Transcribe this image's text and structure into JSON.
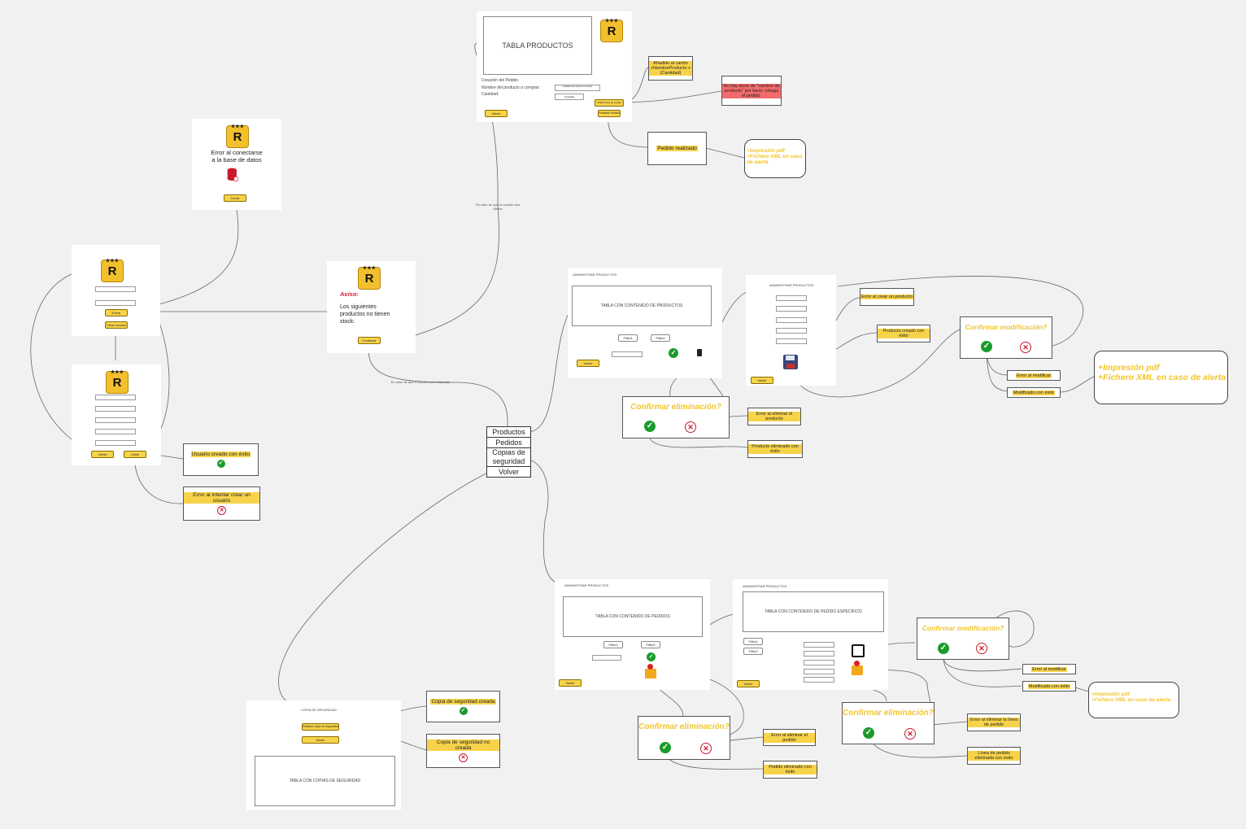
{
  "login": {
    "button_login": "Entrar",
    "button_register": "Crear usuario"
  },
  "db_error": {
    "line1": "Error al conectarse",
    "line2": "a la base de datos",
    "button": "Cerrar"
  },
  "register": {
    "button_back": "Volver",
    "button_create": "Crear",
    "success": "Usuario creado con éxito",
    "error": "Error al intentar crear un usuario"
  },
  "stock_warning": {
    "title": "Aviso:",
    "text": "Los siguientes productos no tienen stock:",
    "button": "Continuar"
  },
  "edges": {
    "client": "En caso de que el usuario sea cliente",
    "employee": "En caso de que el usuario sea empleado"
  },
  "order_screen": {
    "table": "TABLA PRODUCTOS",
    "heading": "Creación del Pedido",
    "product_label": "Nombre del producto a comprar:",
    "qty_label": "Cantidad:",
    "product_input": "Cantidad del producto a comprar",
    "qty_input": "Cantidad",
    "btn_back": "Volver",
    "btn_add": "Añadir línea de pedido",
    "btn_finish": "Finalizar Pedido",
    "added": "Añadido al carrito +NombreProducto + (Cantidad)",
    "no_stock": "No hay stock de \"nombre de producto\" por favor, rehaga el pedido.",
    "done": "Pedido realizado",
    "note": "+Impresión pdf\n+Fichero XML en caso de alerta"
  },
  "menu": {
    "items": [
      "Productos",
      "Pedidos",
      "Copias de seguridad",
      "Volver"
    ]
  },
  "admin_products": {
    "title": "ADMINISTRAR PRODUCTOS",
    "table": "TABLA CON CONTENIDO DE PRODUCTOS",
    "filter1": "Filtro1",
    "filter2": "Filtro2",
    "btn_back": "Volver",
    "confirm_delete": "Confirmar eliminación?",
    "delete_error": "Error al eliminar el producto",
    "delete_ok": "Producto eliminado con éxito"
  },
  "product_form": {
    "title": "ADMINISTRAR PRODUCTOS",
    "btn_back": "Volver",
    "create_error": "Error al crear un producto",
    "create_ok": "Producto creado con éxito",
    "confirm_modify": "Confirmar modificación?",
    "modify_error": "Error al modificar",
    "modify_ok": "Modificado con éxito",
    "note": "+Impresión pdf\n+Fichero XML en caso de alerta"
  },
  "admin_orders": {
    "title": "ADMINISTRAR PRODUCTOS",
    "table": "TABLA CON CONTENIDO DE PEDIDOS",
    "filter1": "Filtro1",
    "filter2": "Filtro2",
    "btn_back": "Volver",
    "confirm_delete": "Confirmar eliminación?",
    "delete_error": "Error al eliminar el pedido",
    "delete_ok": "Pedido eliminado con éxito"
  },
  "order_detail": {
    "title": "ADMINISTRAR PRODUCTOS",
    "table": "TABLA CON CONTENIDO DE PEDIDO ESPECÍFICO",
    "filter1": "Filtro1",
    "filter2": "Filtro2",
    "btn_back": "Volver",
    "confirm_modify": "Confirmar modificación?",
    "modify_error": "Error al modificar",
    "modify_ok": "Modificado con éxito",
    "note": "+Impresión pdf\n+Fichero XML en caso de alerta",
    "confirm_delete": "Confirmar eliminación?",
    "delete_error": "Error al eliminar la línea de pedido",
    "delete_ok": "Línea de pedido eliminada con éxito"
  },
  "backup": {
    "title": "COPIA DE SEGURIDAD",
    "btn_make": "Realizar copia de seguridad",
    "btn_back": "Volver",
    "table": "TABLA CON COPIAS DE SEGURIDAD",
    "ok": "Copia de seguridad creada",
    "error": "Copia de seguridad no creada"
  },
  "colors": {
    "highlight": "#f7d34a",
    "accent": "#f2c52c",
    "error_bg": "#f36b6b",
    "success": "#1a9b2c",
    "danger": "#c91a2c"
  },
  "icons": [
    "rockstar-logo-icon",
    "database-error-icon",
    "check-icon",
    "cross-icon",
    "floppy-disk-icon",
    "trash-icon",
    "edit-icon",
    "box-stop-icon"
  ]
}
